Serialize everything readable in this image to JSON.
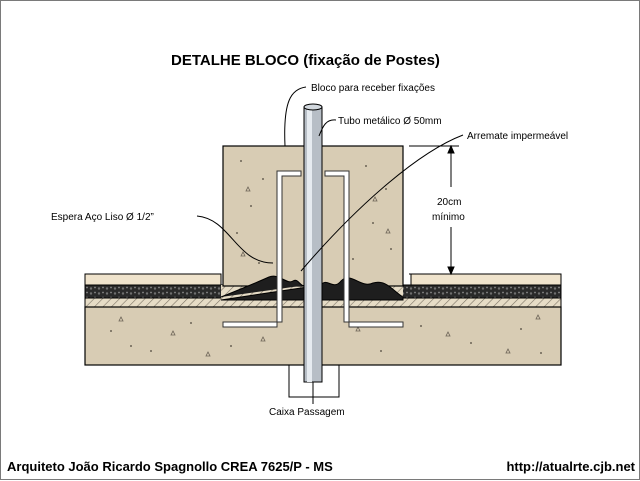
{
  "title": "DETALHE BLOCO (fixação de Postes)",
  "labels": {
    "bloco": "Bloco para receber fixações",
    "tubo": "Tubo metálico Ø 50mm",
    "arremate": "Arremate impermeável",
    "dim_value": "20cm",
    "dim_note": "mínimo",
    "espera": "Espera Aço Liso Ø 1/2”",
    "caixa": "Caixa Passagem"
  },
  "footer": {
    "author": "Arquiteto João Ricardo Spagnollo CREA 7625/P - MS",
    "url": "http://atualrte.cjb.net"
  },
  "colors": {
    "concrete": "#d8ccb4",
    "screed": "#efe3cc",
    "hatch": "#8a8070",
    "membrane": "#1e1e1e",
    "stroke": "#000000"
  }
}
